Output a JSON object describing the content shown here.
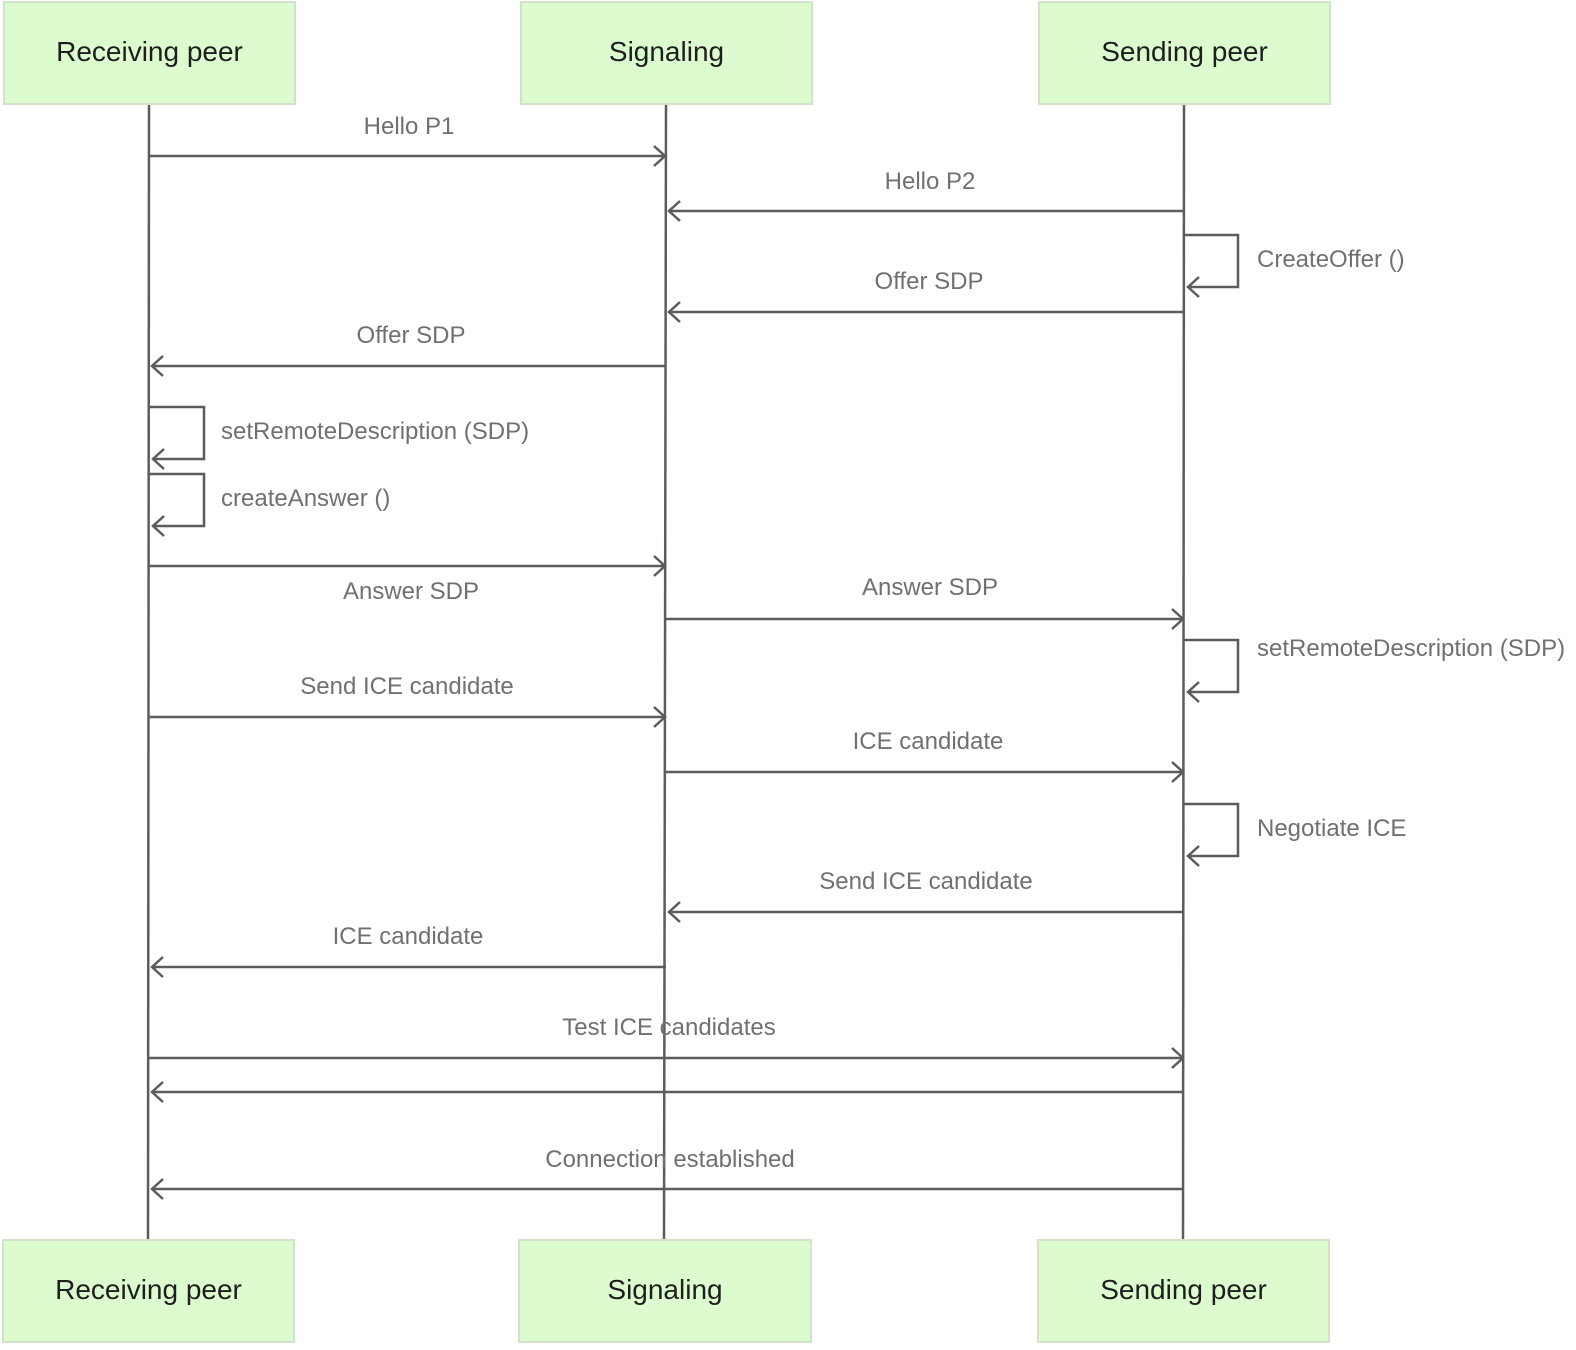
{
  "participants": [
    {
      "id": "receiving",
      "label": "Receiving peer"
    },
    {
      "id": "signaling",
      "label": "Signaling"
    },
    {
      "id": "sending",
      "label": "Sending peer"
    }
  ],
  "messages": [
    {
      "from": "receiving",
      "to": "signaling",
      "label": "Hello P1"
    },
    {
      "from": "sending",
      "to": "signaling",
      "label": "Hello P2"
    },
    {
      "from": "sending",
      "to": "sending",
      "label": "CreateOffer ()"
    },
    {
      "from": "sending",
      "to": "signaling",
      "label": "Offer SDP"
    },
    {
      "from": "signaling",
      "to": "receiving",
      "label": "Offer SDP"
    },
    {
      "from": "receiving",
      "to": "receiving",
      "label": "setRemoteDescription (SDP)"
    },
    {
      "from": "receiving",
      "to": "receiving",
      "label": "createAnswer ()"
    },
    {
      "from": "receiving",
      "to": "signaling",
      "label": "Answer SDP"
    },
    {
      "from": "signaling",
      "to": "sending",
      "label": "Answer SDP"
    },
    {
      "from": "sending",
      "to": "sending",
      "label": "setRemoteDescription (SDP)"
    },
    {
      "from": "receiving",
      "to": "signaling",
      "label": "Send ICE candidate"
    },
    {
      "from": "signaling",
      "to": "sending",
      "label": "ICE candidate"
    },
    {
      "from": "sending",
      "to": "sending",
      "label": "Negotiate ICE"
    },
    {
      "from": "sending",
      "to": "signaling",
      "label": "Send ICE candidate"
    },
    {
      "from": "signaling",
      "to": "receiving",
      "label": "ICE candidate"
    },
    {
      "from": "receiving",
      "to": "sending",
      "label": "Test ICE candidates"
    },
    {
      "from": "sending",
      "to": "receiving",
      "label": ""
    },
    {
      "from": "sending",
      "to": "receiving",
      "label": "Connection established"
    }
  ]
}
